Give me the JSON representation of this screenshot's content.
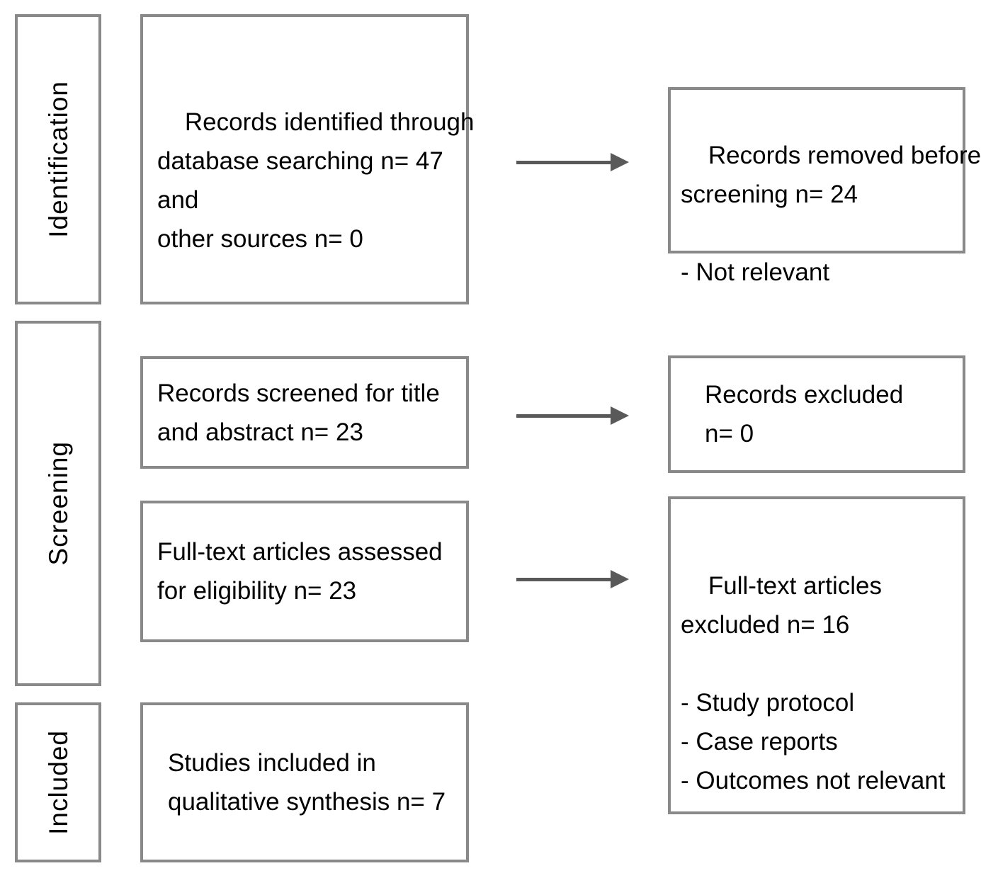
{
  "colors": {
    "box_border": "#898989",
    "arrow": "#595959",
    "text": "#000000",
    "background": "#ffffff"
  },
  "stages": [
    {
      "id": "identification",
      "label": "Identification"
    },
    {
      "id": "screening",
      "label": "Screening"
    },
    {
      "id": "included",
      "label": "Included"
    }
  ],
  "boxes": {
    "main": [
      {
        "id": "records-identified",
        "text": "Records identified through\ndatabase searching n= 47\nand\nother sources n= 0"
      },
      {
        "id": "records-screened",
        "text": "Records screened for title\nand abstract n= 23"
      },
      {
        "id": "fulltext-assessed",
        "text": "Full-text articles assessed\nfor eligibility n= 23"
      },
      {
        "id": "studies-included",
        "text": "Studies included in\nqualitative synthesis n= 7"
      }
    ],
    "side": [
      {
        "id": "records-removed",
        "text": "Records removed before\nscreening n= 24\n\n- Not relevant"
      },
      {
        "id": "records-excluded",
        "text": "Records excluded\nn= 0"
      },
      {
        "id": "fulltext-excluded",
        "text": "Full-text articles\nexcluded n= 16\n\n- Study protocol\n- Case reports\n- Outcomes not relevant"
      }
    ]
  },
  "arrows": [
    {
      "from": "records-identified",
      "to": "records-removed"
    },
    {
      "from": "records-screened",
      "to": "records-excluded"
    },
    {
      "from": "fulltext-assessed",
      "to": "fulltext-excluded"
    }
  ]
}
